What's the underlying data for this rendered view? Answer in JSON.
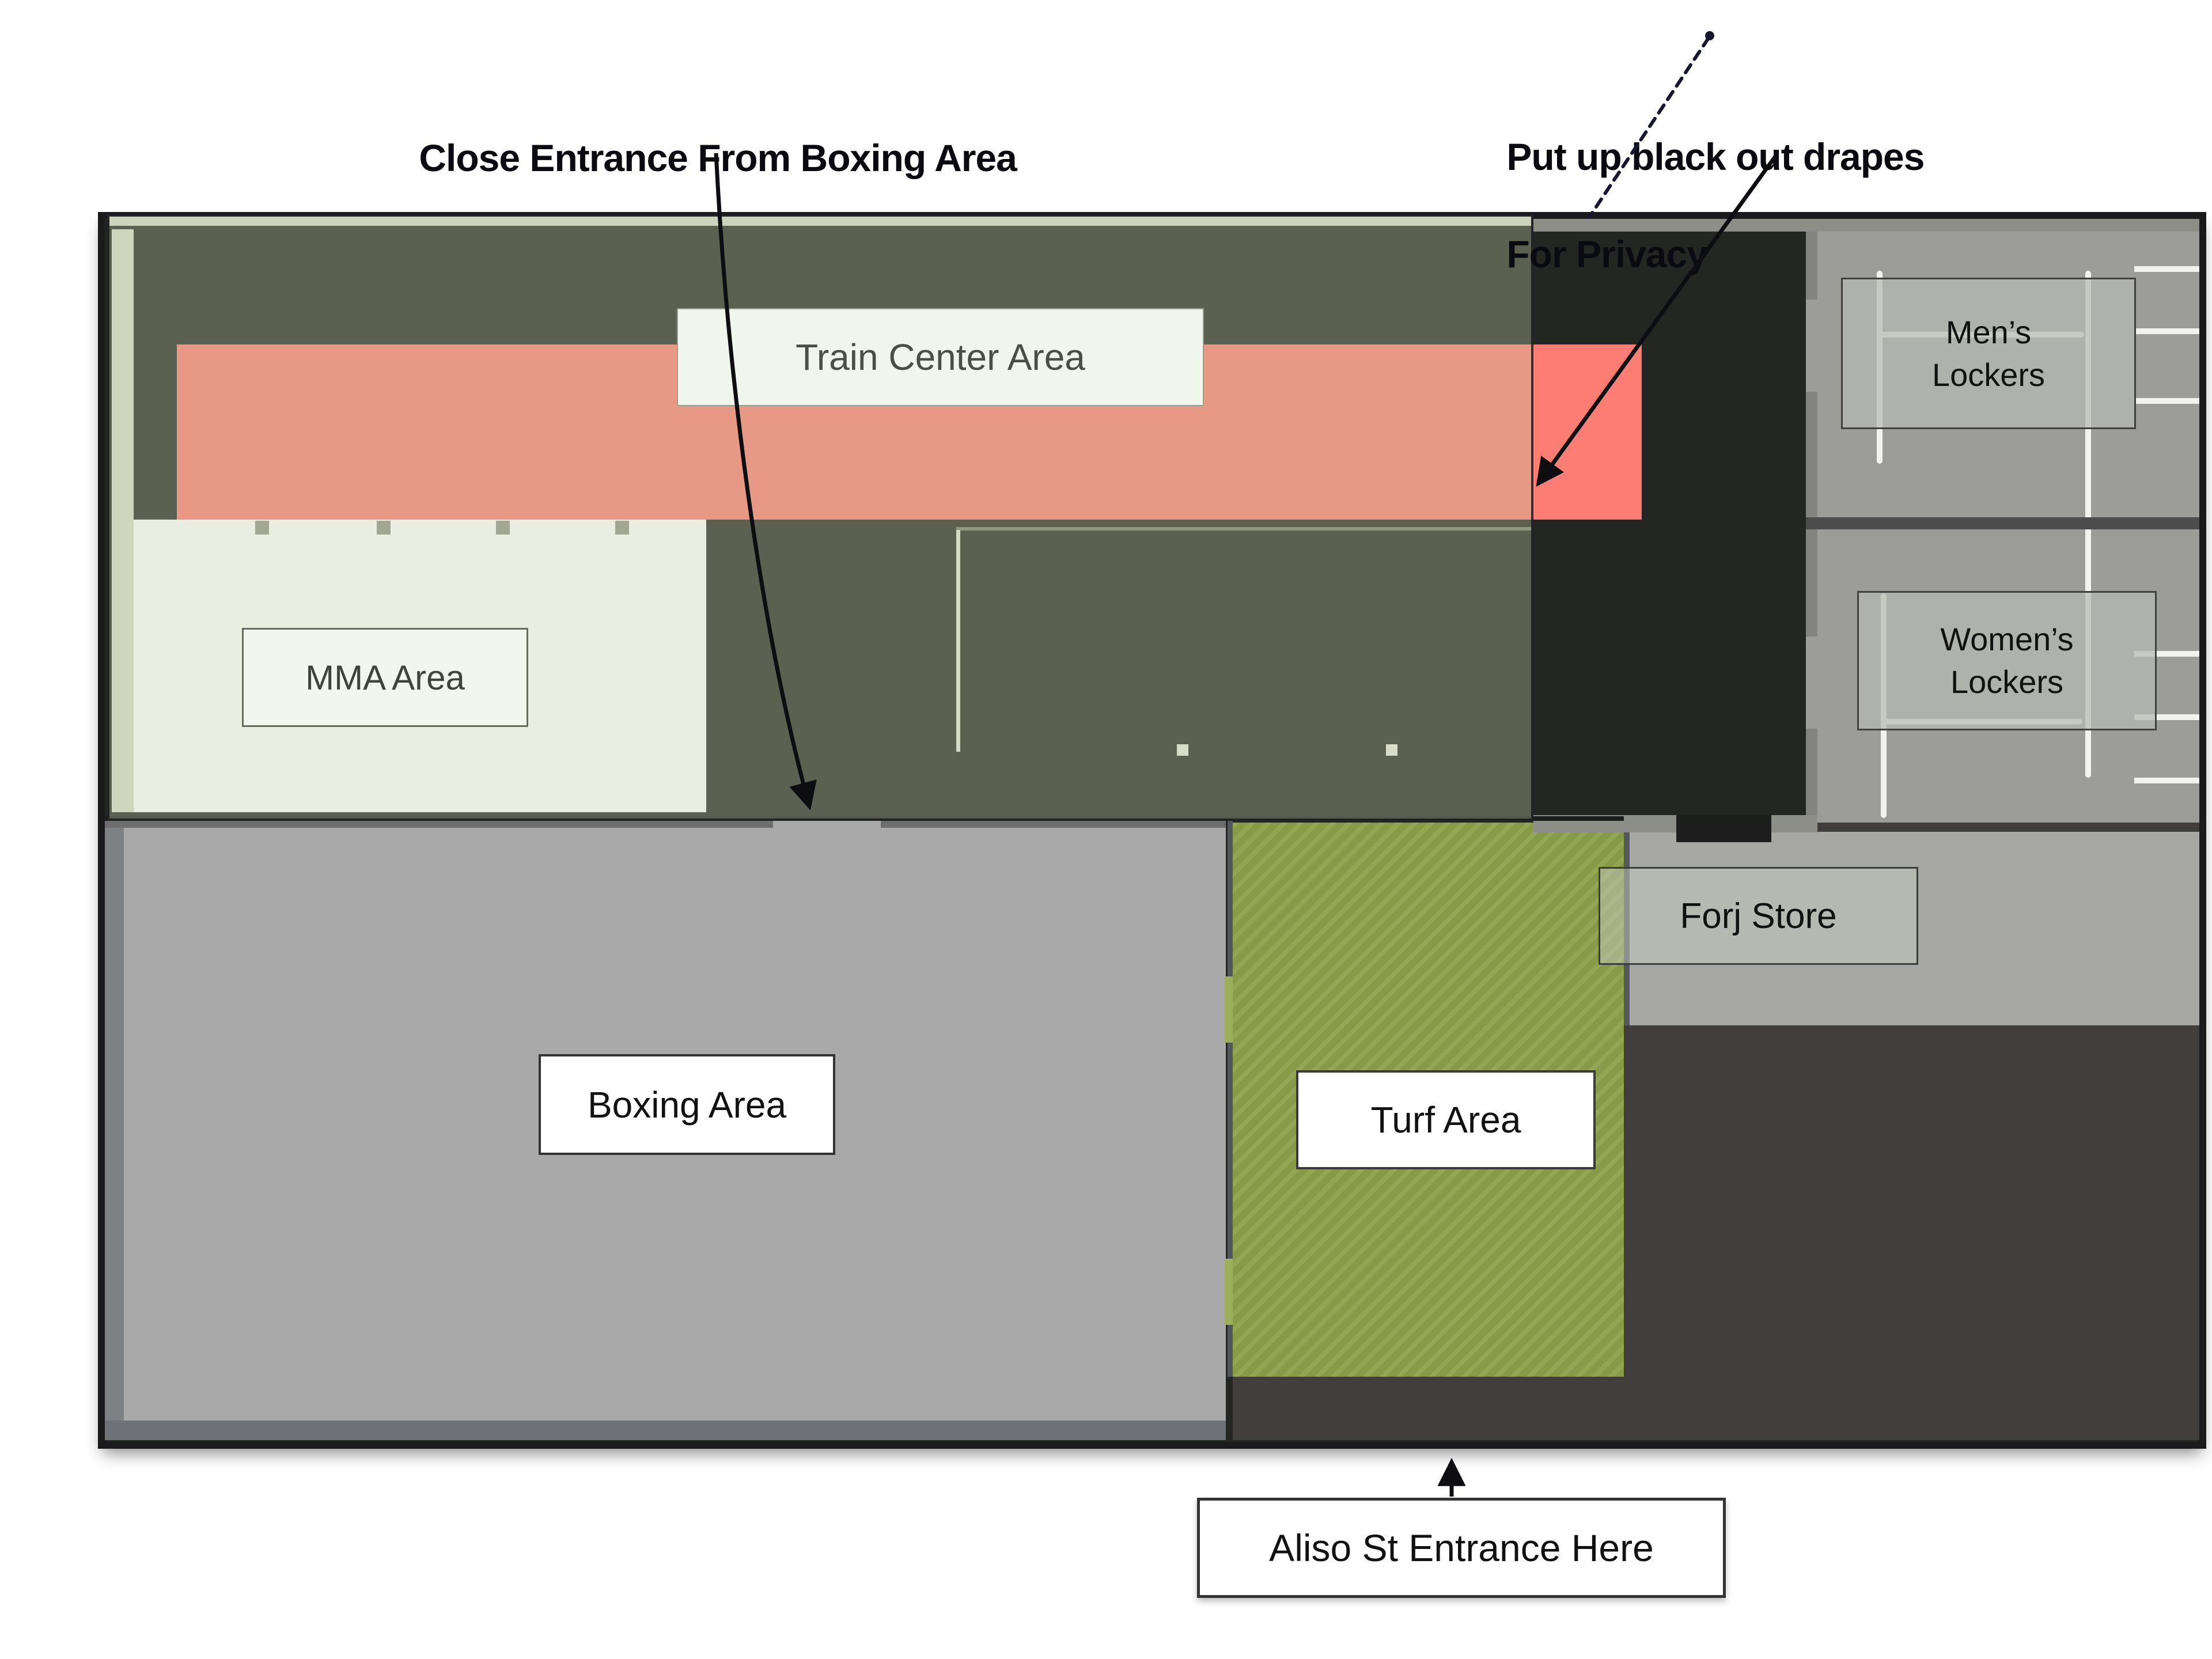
{
  "annotations": {
    "close_entrance": {
      "text": "Close Entrance From Boxing Area"
    },
    "drapes": {
      "line1": "Put up black out drapes",
      "line2": "For Privacy"
    }
  },
  "areas": {
    "train_center": {
      "label": "Train Center Area"
    },
    "mma": {
      "label": "MMA Area"
    },
    "mens_lockers": {
      "line1": "Men’s",
      "line2": "Lockers"
    },
    "womens_lockers": {
      "line1": "Women’s",
      "line2": "Lockers"
    },
    "forj_store": {
      "label": "Forj Store"
    },
    "boxing": {
      "label": "Boxing Area"
    },
    "turf": {
      "label": "Turf Area"
    },
    "aliso_entrance": {
      "label": "Aliso St Entrance Here"
    }
  },
  "colors": {
    "train_center_fill": "#fb7d74",
    "train_center_muted": "#eda29c",
    "turf_fill": "#8ba04a",
    "boxing_floor": "#a9a9a9",
    "dark_room": "#242623",
    "locker_floor": "#9c9d99",
    "charcoal_floor": "#423e3d",
    "corridor_floor": "#a7a8a4",
    "overlay_tint": "rgba(195,205,168,0.35)",
    "annotation_ink": "#0a0a10",
    "dashed_line_ink": "#16162f"
  }
}
